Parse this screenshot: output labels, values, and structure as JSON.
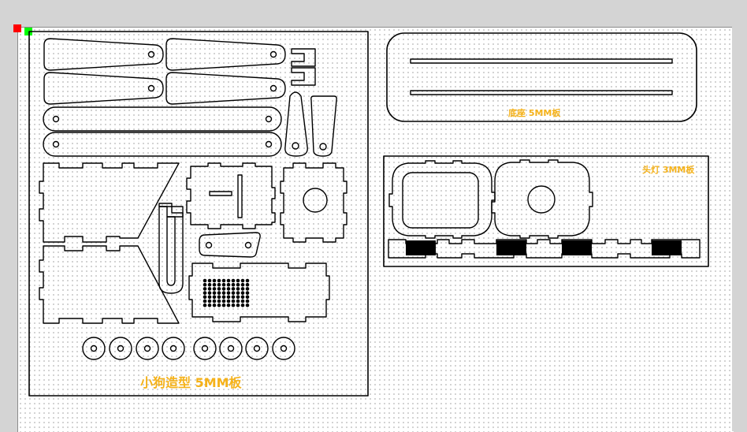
{
  "labels": {
    "dog_board": "小狗造型 5MM板",
    "base_board": "底座 5MM板",
    "headlight_board": "头灯 3MM板"
  },
  "colors": {
    "canvas_bg": "#ffffff",
    "grid_dot": "#9a9a9a",
    "workspace_bg": "#d4d4d4",
    "cut_line": "#000000",
    "label_text": "#f5b21a",
    "marker_red": "#ff0000",
    "marker_green": "#00ff00"
  }
}
